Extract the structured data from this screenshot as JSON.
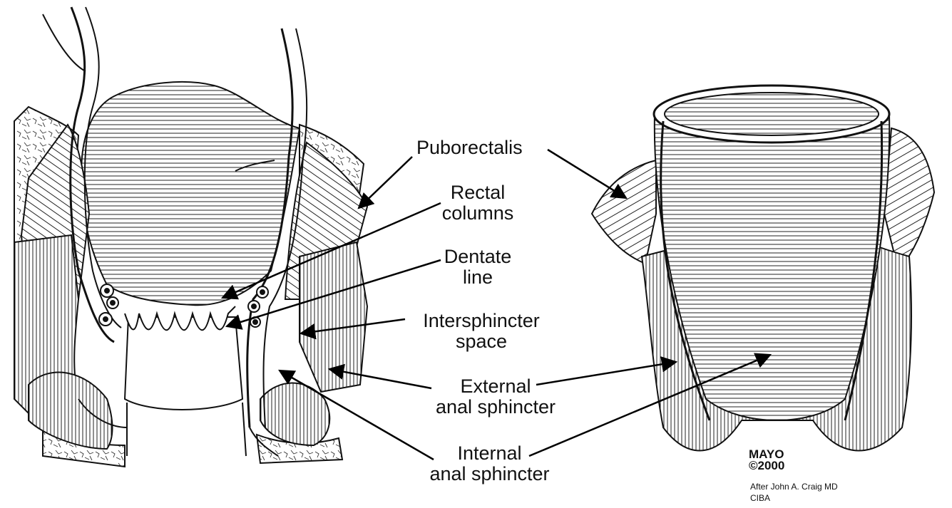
{
  "labels": {
    "puborectalis": "Puborectalis",
    "rectal_columns": [
      "Rectal",
      "columns"
    ],
    "dentate_line": [
      "Dentate",
      "line"
    ],
    "intersphincter_space": [
      "Intersphincter",
      "space"
    ],
    "external_anal_sphincter": [
      "External",
      "anal sphincter"
    ],
    "internal_anal_sphincter": [
      "Internal",
      "anal sphincter"
    ]
  },
  "credit": {
    "mayo": [
      "MAYO",
      "©2000"
    ],
    "attribution": [
      "After John A. Craig MD",
      "CIBA"
    ]
  },
  "colors": {
    "ink": "#111111",
    "paper": "#ffffff"
  }
}
